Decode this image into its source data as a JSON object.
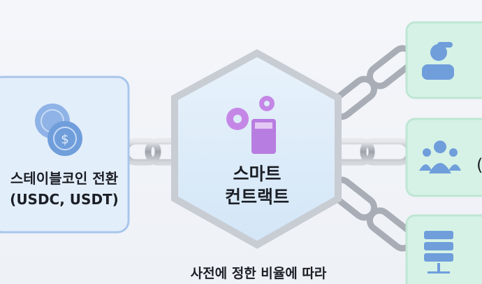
{
  "source_box": {
    "line1": "스테이블코인 전환",
    "line2": "(USDC, USDT)",
    "icon": "coins-icon"
  },
  "contract": {
    "line1": "스마트",
    "line2": "컨트랙트",
    "icon": "gears-calculator-icon"
  },
  "caption": "사전에 정한 비율에 따라",
  "targets": [
    {
      "icon": "artist-icon"
    },
    {
      "icon": "group-icon",
      "partial_text": "("
    },
    {
      "icon": "server-icon"
    }
  ],
  "colors": {
    "box": "#e3eefb",
    "box_border": "#a9c6ec",
    "hex": "#dcebf8",
    "target": "#d6f2e6",
    "icon_blue": "#6f9edb",
    "icon_purple": "#c587e6"
  }
}
